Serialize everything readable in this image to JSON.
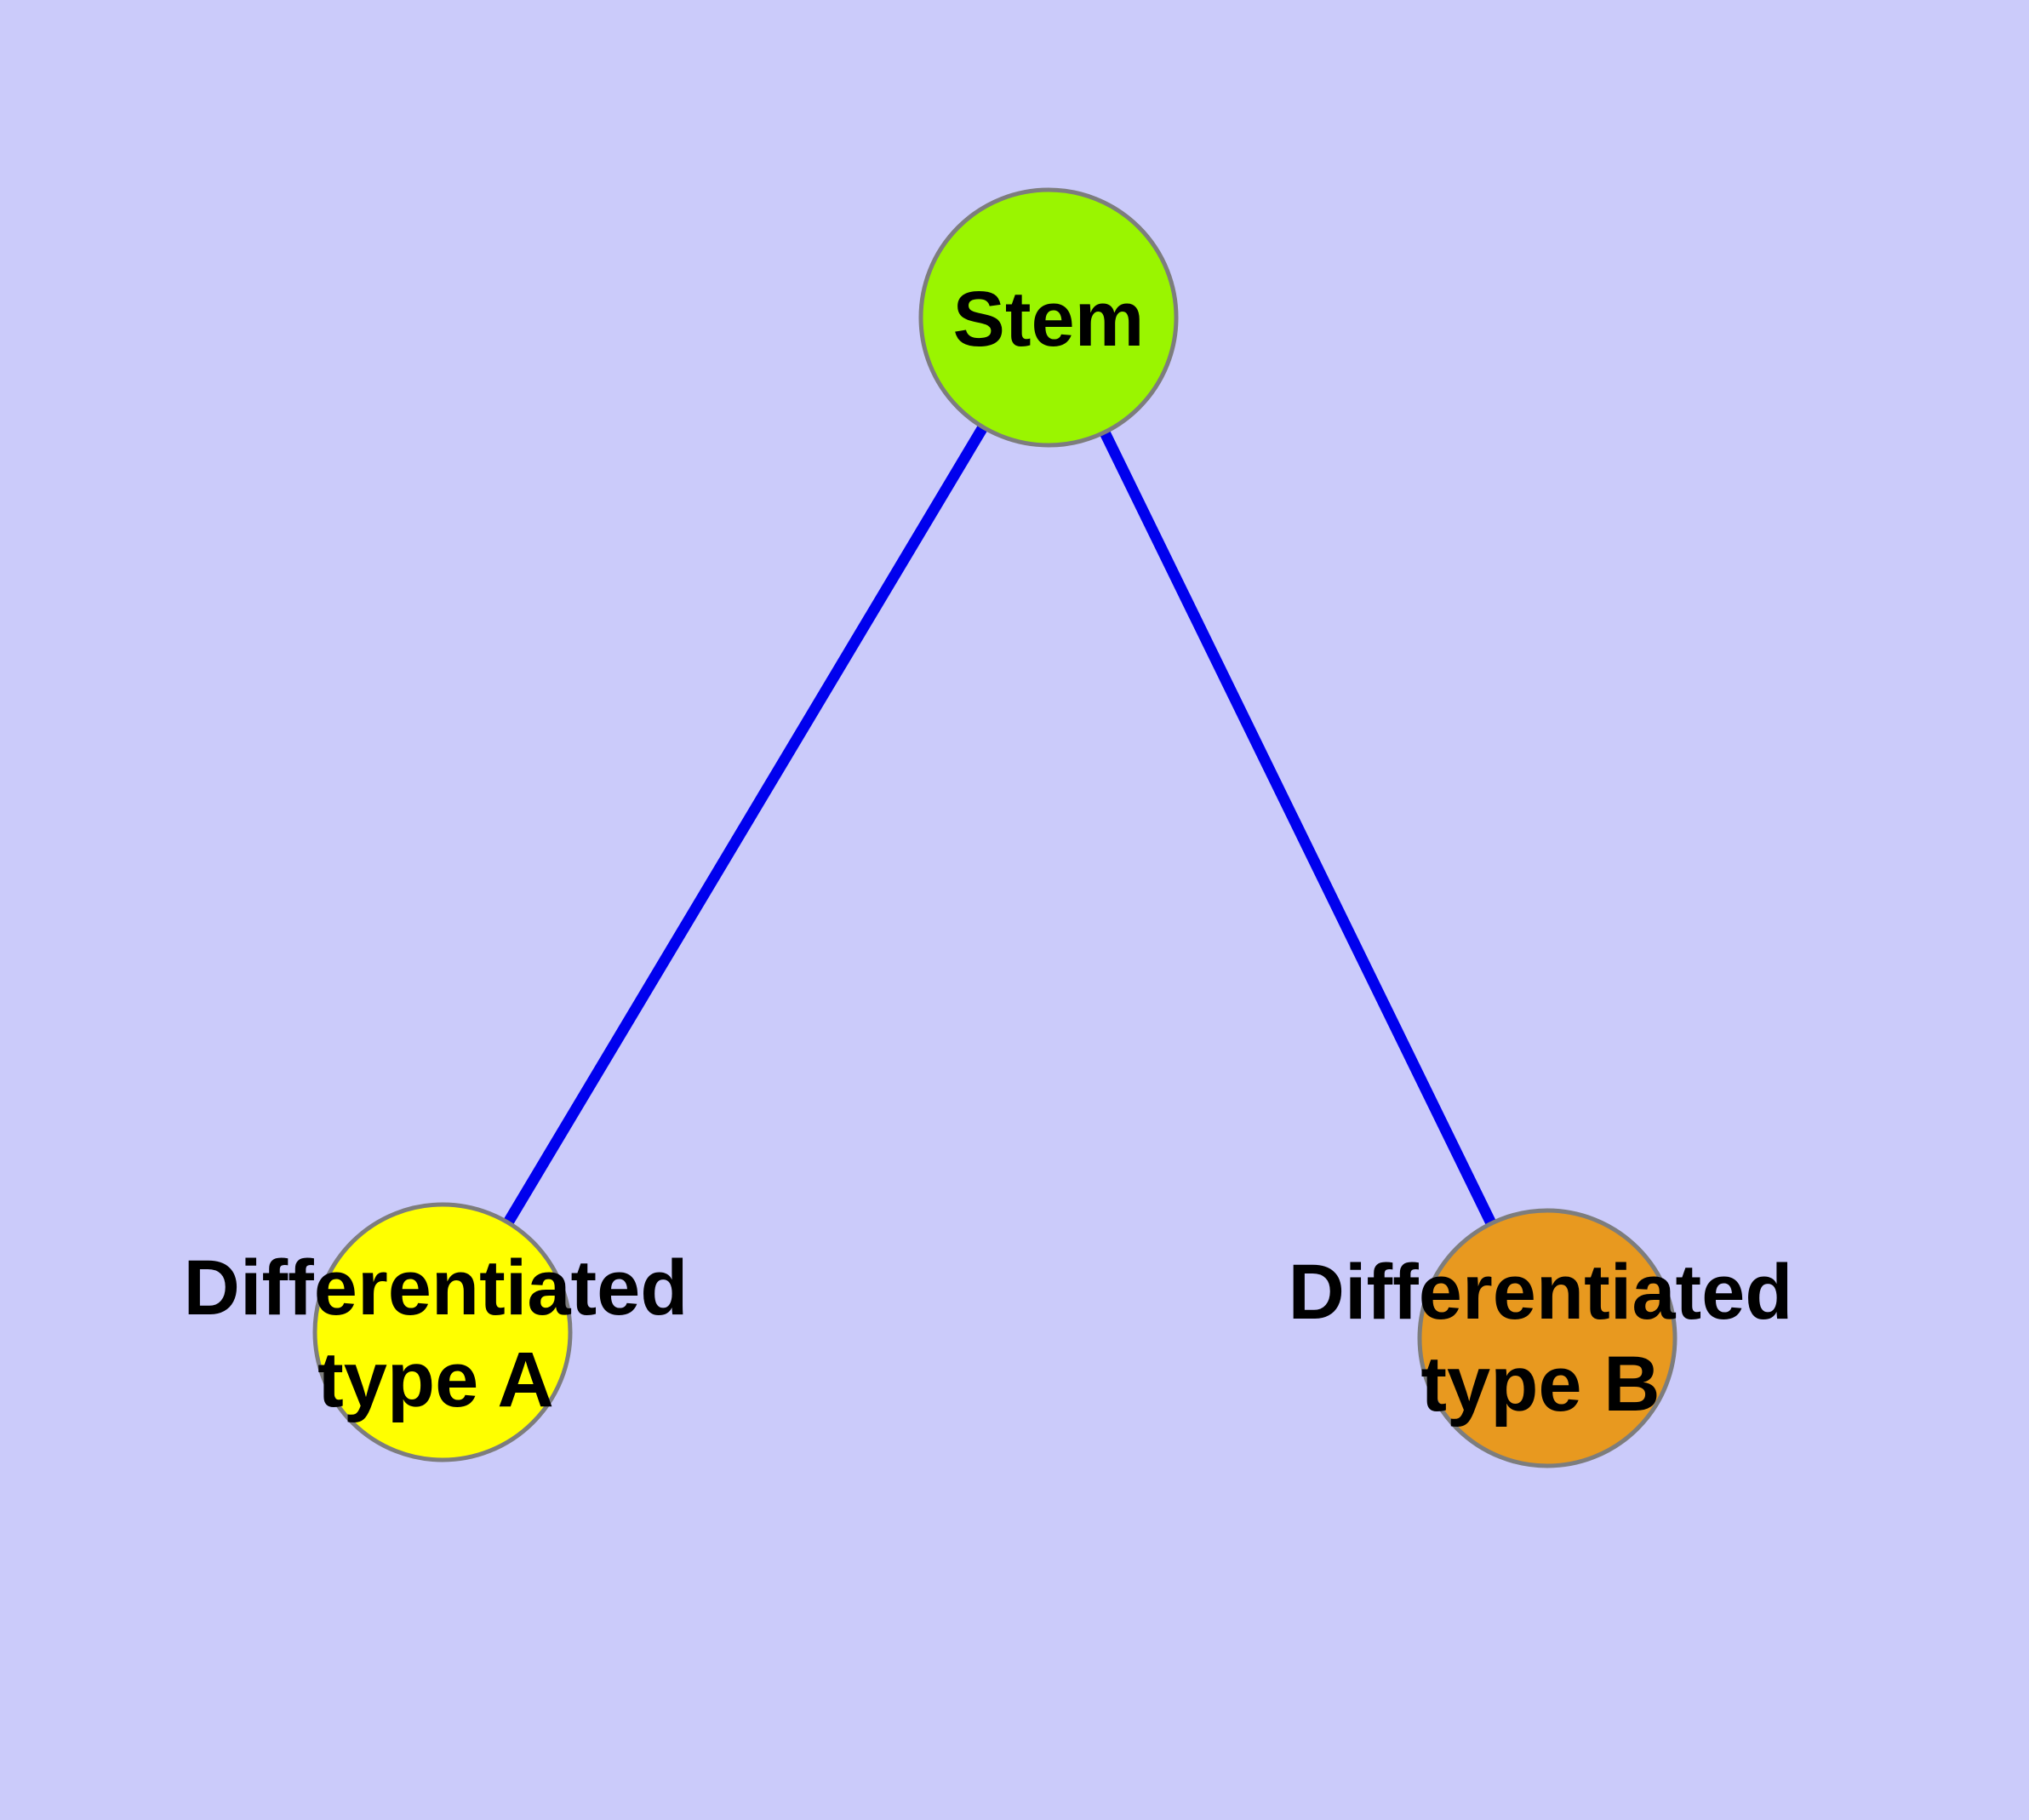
{
  "diagram": {
    "type": "node-link-graph",
    "background_color": "#cbcbfa",
    "edge_color": "#0000ee",
    "node_border_color": "#7d7d7d",
    "label_color": "#000000",
    "nodes": [
      {
        "id": "stem",
        "label": "Stem",
        "fill_color": "#9af500"
      },
      {
        "id": "differentiated-type-a",
        "label": "Differentiated\ntype A",
        "fill_color": "#ffff00"
      },
      {
        "id": "differentiated-type-b",
        "label": "Differentiated\ntype B",
        "fill_color": "#e8991f"
      }
    ],
    "edges": [
      {
        "from": "Stem",
        "to": "Differentiated type A"
      },
      {
        "from": "Stem",
        "to": "Differentiated type B"
      }
    ]
  }
}
